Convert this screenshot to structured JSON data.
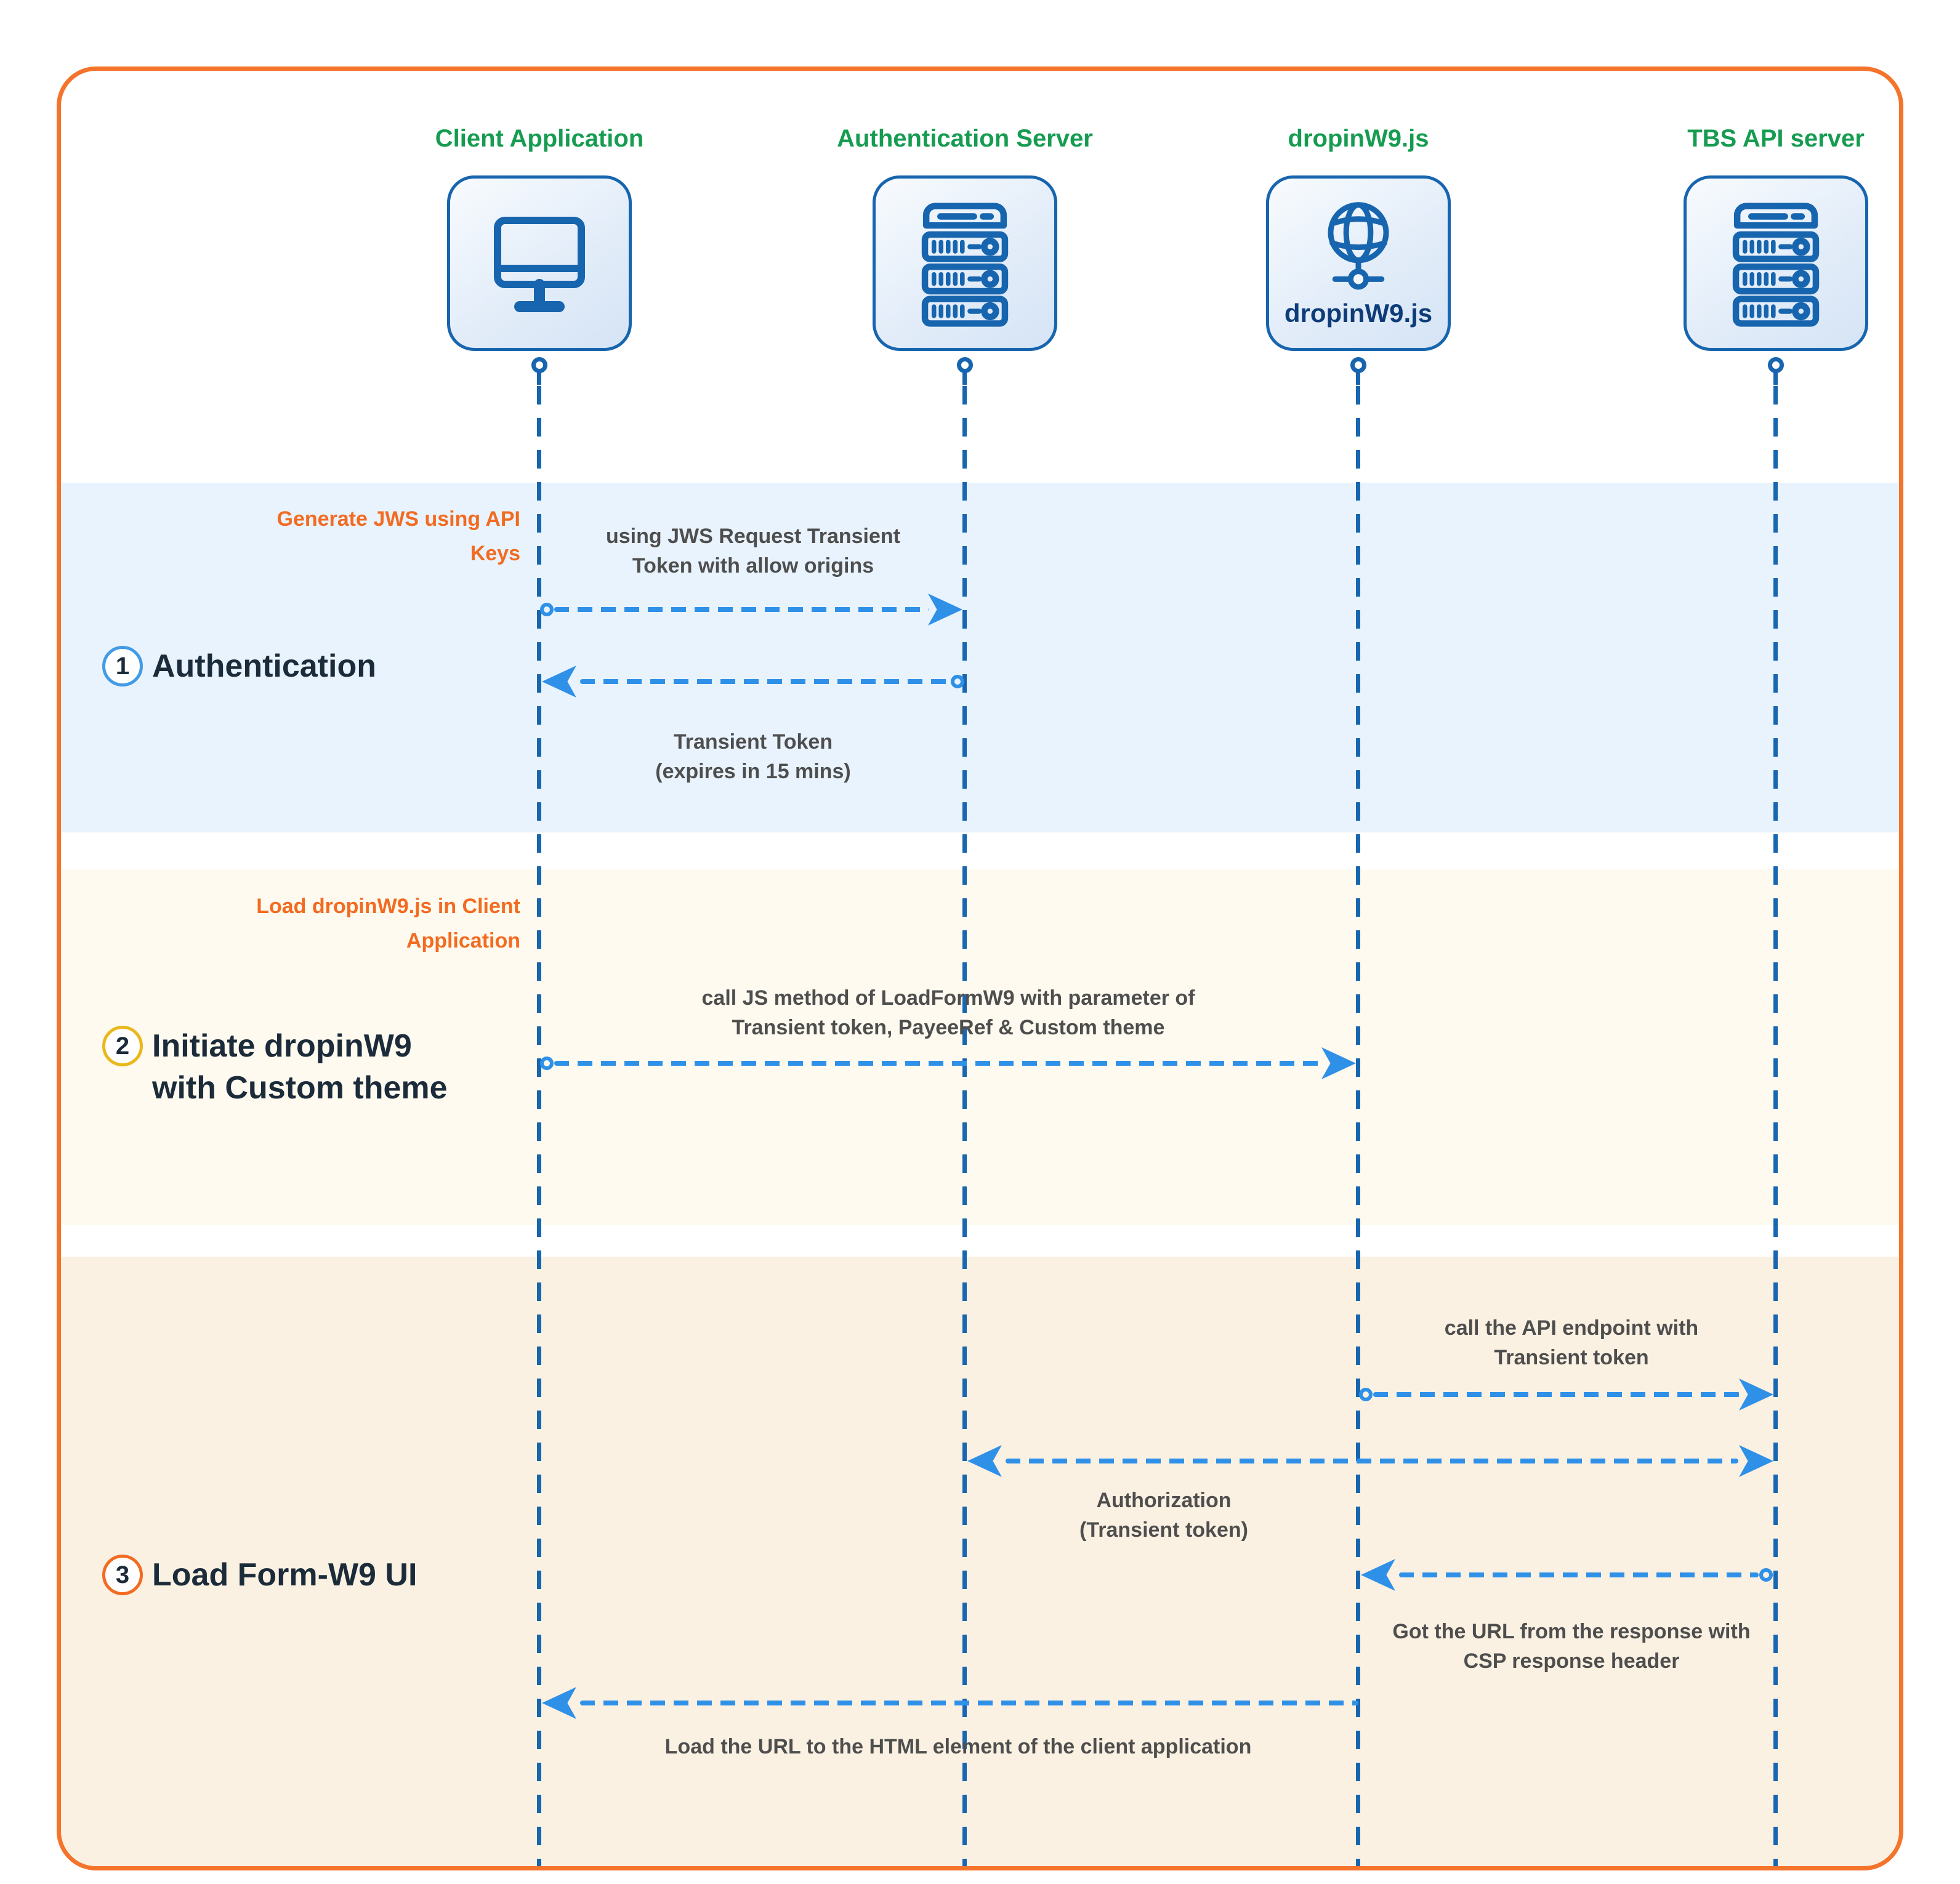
{
  "diagram": {
    "actors": [
      {
        "name": "Client Application",
        "icon": "monitor-icon"
      },
      {
        "name": "Authentication Server",
        "icon": "server-icon"
      },
      {
        "name": "dropinW9.js",
        "icon": "globe-network-icon",
        "box_label": "dropinW9.js"
      },
      {
        "name": "TBS API server",
        "icon": "server-icon"
      }
    ],
    "sections": [
      {
        "number": "1",
        "title": "Authentication",
        "annotation": "Generate JWS using API Keys"
      },
      {
        "number": "2",
        "title": "Initiate dropinW9 with Custom theme",
        "annotation": "Load dropinW9.js in Client Application"
      },
      {
        "number": "3",
        "title": "Load Form-W9 UI",
        "annotation": ""
      }
    ],
    "messages": [
      {
        "label": "using JWS Request Transient Token with allow origins",
        "from": "Client Application",
        "to": "Authentication Server"
      },
      {
        "label": "Transient Token (expires in 15 mins)",
        "from": "Authentication Server",
        "to": "Client Application"
      },
      {
        "label": "call JS method of LoadFormW9 with parameter of Transient token, PayeeRef & Custom theme",
        "from": "Client Application",
        "to": "dropinW9.js"
      },
      {
        "label": "call the API endpoint with Transient token",
        "from": "dropinW9.js",
        "to": "TBS API server"
      },
      {
        "label": "Authorization (Transient token)",
        "from": "TBS API server",
        "to": "Authentication Server",
        "bidirectional": true
      },
      {
        "label": "Got the URL from the response with CSP response header",
        "from": "TBS API server",
        "to": "dropinW9.js"
      },
      {
        "label": "Load the URL to the HTML element of the client application",
        "from": "dropinW9.js",
        "to": "Client Application"
      }
    ],
    "colors": {
      "frame_border": "#F4742C",
      "actor_title_green": "#169C51",
      "icon_blue": "#1765AE",
      "box_label_navy": "#0D3C78",
      "lifeline_blue": "#1766AF",
      "arrow_blue": "#2F90E8",
      "message_text_gray": "#4E4E4E",
      "annotation_orange": "#F26B21",
      "section_title_navy": "#1C2B3A",
      "band1_bg": "#E8F3FD",
      "band2_bg": "#FEFAEF",
      "band3_bg": "#FBF1E2",
      "ring1": "#429BE5",
      "ring2": "#EAB81C",
      "ring3": "#F26B21"
    }
  }
}
